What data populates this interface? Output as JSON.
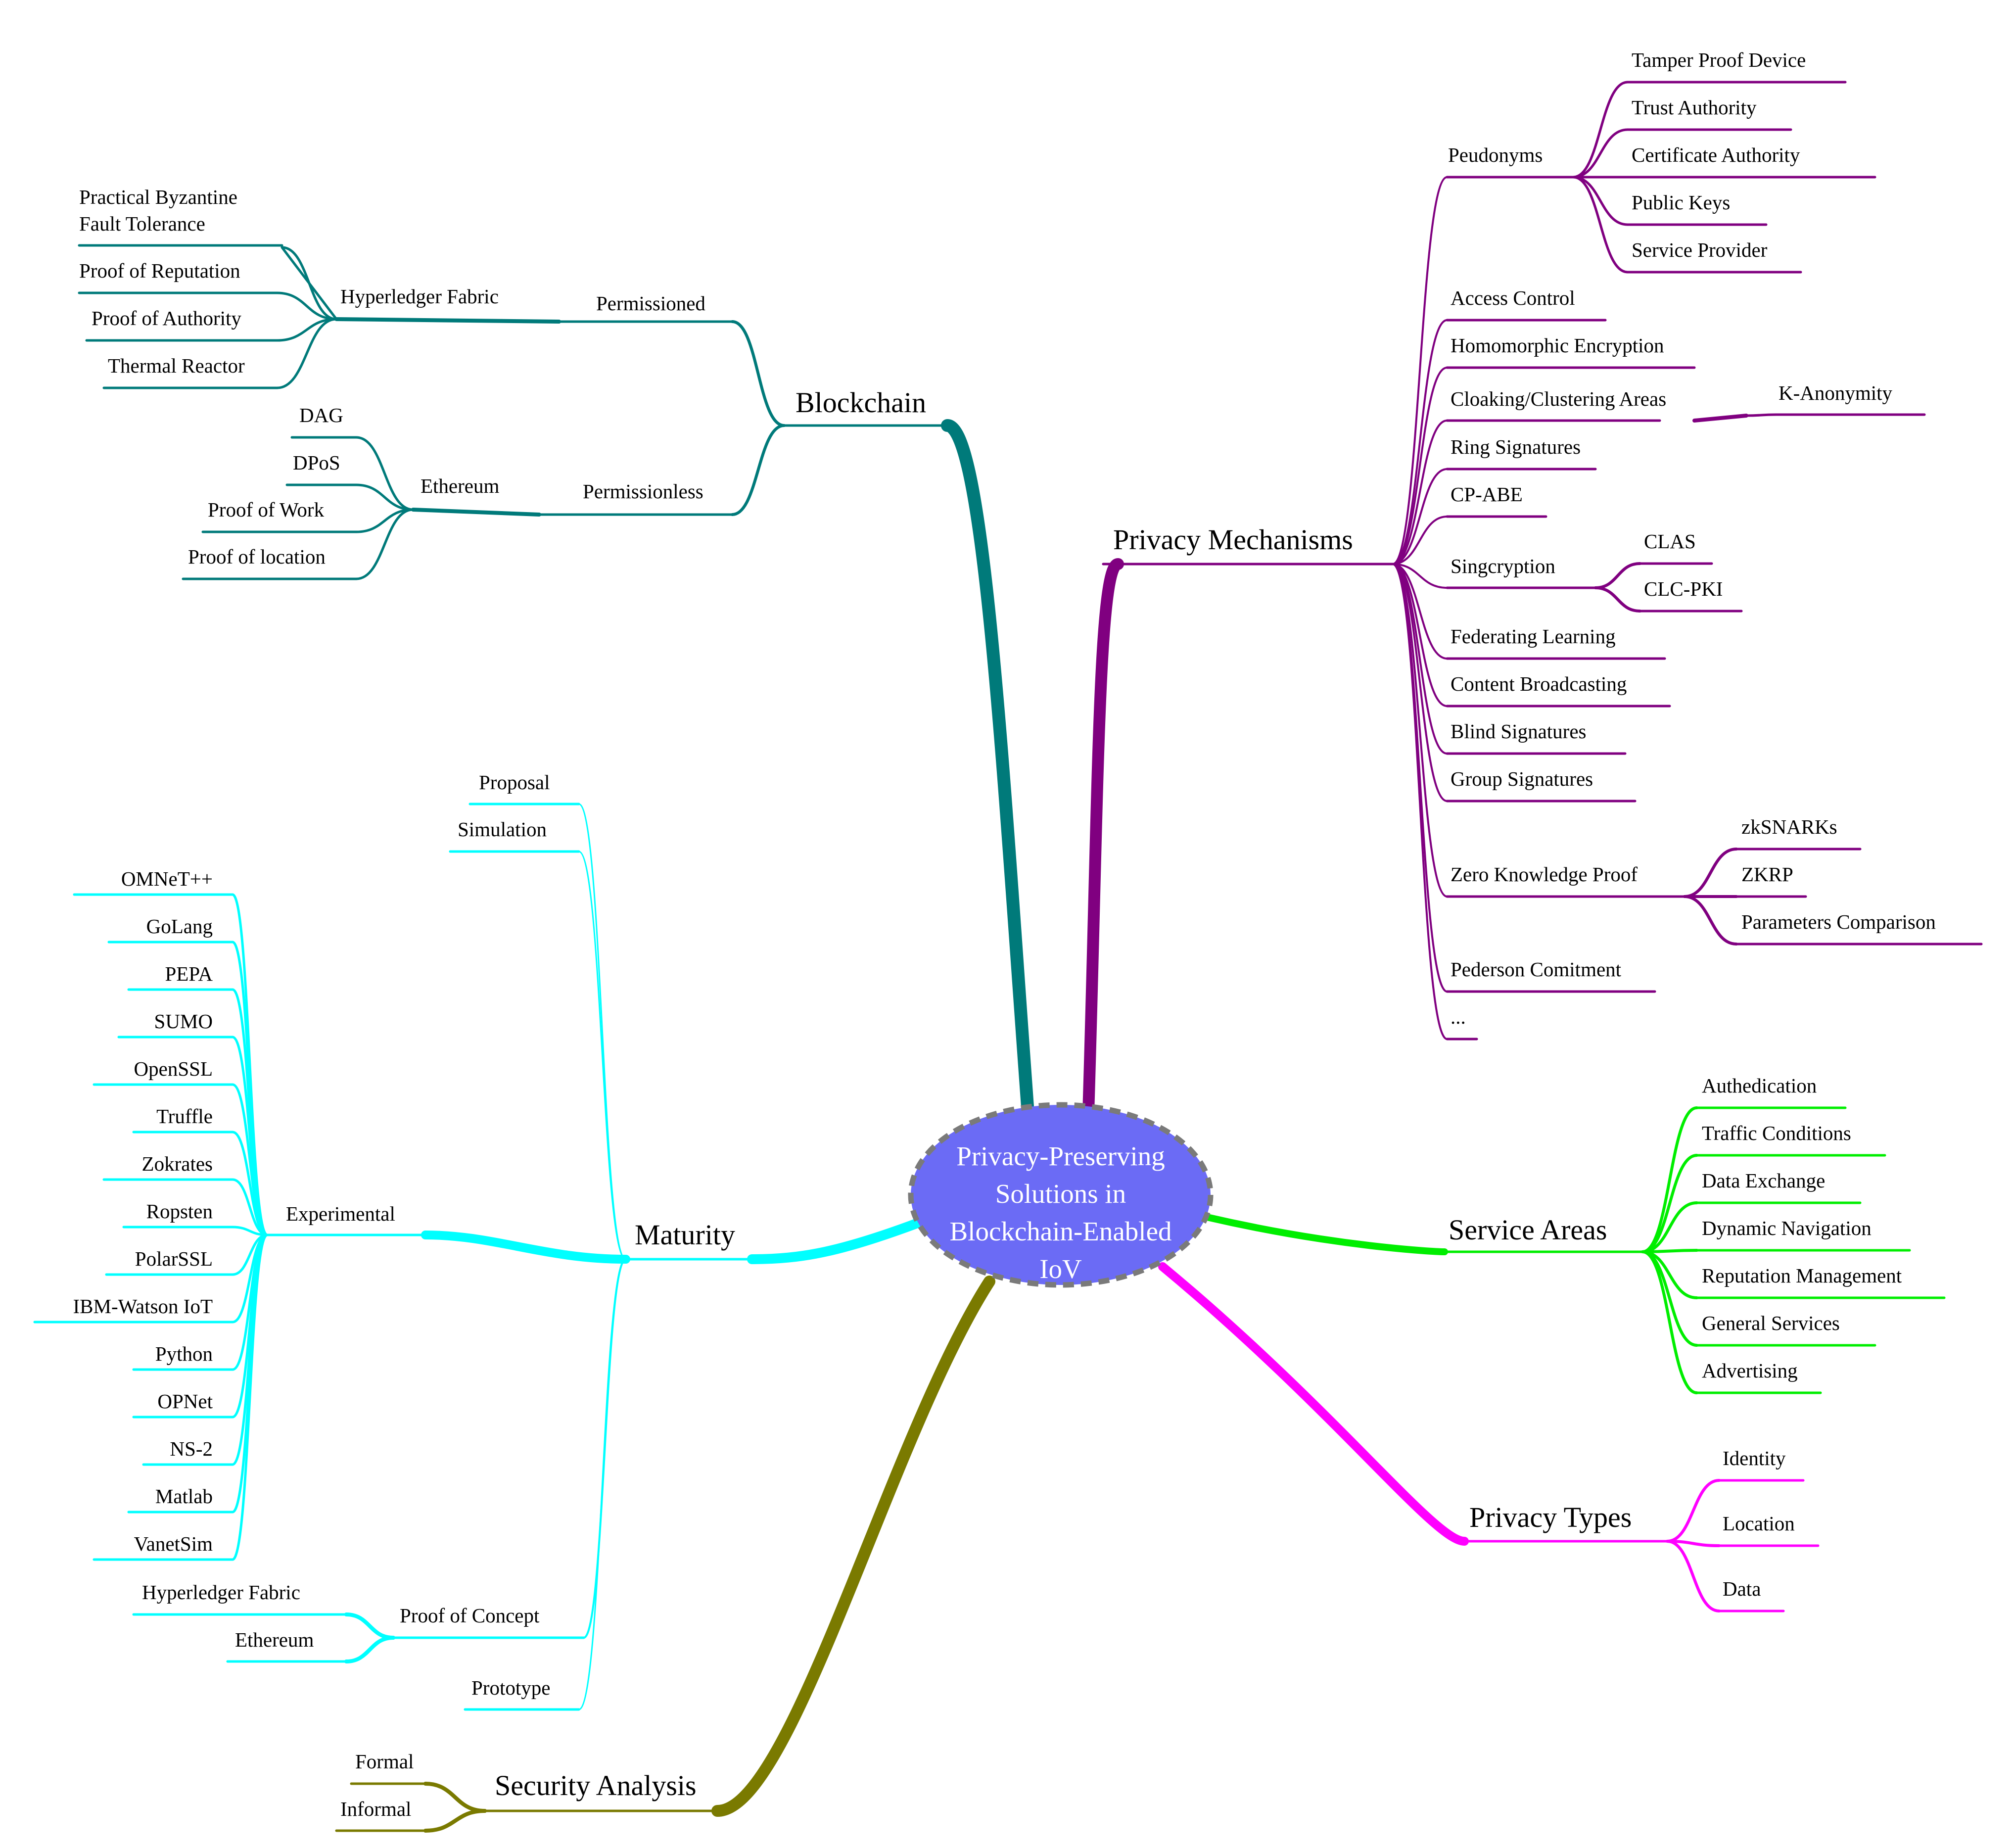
{
  "root": "Privacy-Preserving Solutions in Blockchain-Enabled IoV",
  "colors": {
    "root_fill": "#6b6bf5",
    "root_border": "#7a7a7a",
    "blockchain": "#007a7a",
    "privacy_mechanisms": "#800080",
    "service_areas": "#00ee00",
    "privacy_types": "#ff00ff",
    "security_analysis": "#7a7a00",
    "maturity": "#00ffff"
  },
  "branches": {
    "blockchain": {
      "label": "Blockchain",
      "permissioned": {
        "label": "Permissioned",
        "hyperledger": {
          "label": "Hyperledger Fabric",
          "items": [
            "Practical Byzantine",
            "Fault Tolerance",
            "Proof of Reputation",
            "Proof of Authority",
            "Thermal Reactor"
          ]
        }
      },
      "permissionless": {
        "label": "Permissionless",
        "ethereum": {
          "label": "Ethereum",
          "items": [
            "DAG",
            "DPoS",
            "Proof of Work",
            "Proof of location"
          ]
        }
      }
    },
    "privacy_mechanisms": {
      "label": "Privacy Mechanisms",
      "peudonyms": {
        "label": "Peudonyms",
        "items": [
          "Tamper Proof Device",
          "Trust Authority",
          "Certificate Authority",
          "Public Keys",
          "Service Provider"
        ]
      },
      "items": [
        "Access Control",
        "Homomorphic Encryption",
        "Cloaking/Clustering Areas",
        "K-Anonymity",
        "Ring Signatures",
        "CP-ABE",
        "Singcryption",
        "CLAS",
        "CLC-PKI",
        "Federating Learning",
        "Content Broadcasting",
        "Blind Signatures",
        "Group Signatures",
        "Zero Knowledge Proof",
        "zkSNARKs",
        "ZKRP",
        "Parameters Comparison",
        "Pederson Comitment",
        "..."
      ]
    },
    "service_areas": {
      "label": "Service Areas",
      "items": [
        "Authedication",
        "Traffic Conditions",
        "Data Exchange",
        "Dynamic Navigation",
        "Reputation Management",
        "General Services",
        "Advertising"
      ]
    },
    "privacy_types": {
      "label": "Privacy Types",
      "items": [
        "Identity",
        "Location",
        "Data"
      ]
    },
    "security_analysis": {
      "label": "Security Analysis",
      "items": [
        "Formal",
        "Informal"
      ]
    },
    "maturity": {
      "label": "Maturity",
      "top_items": [
        "Proposal",
        "Simulation"
      ],
      "experimental": {
        "label": "Experimental",
        "items": [
          "OMNeT++",
          "GoLang",
          "PEPA",
          "SUMO",
          "OpenSSL",
          "Truffle",
          "Zokrates",
          "Ropsten",
          "PolarSSL",
          "IBM-Watson IoT",
          "Python",
          "OPNet",
          "NS-2",
          "Matlab",
          "VanetSim"
        ]
      },
      "proof_of_concept": {
        "label": "Proof of Concept",
        "items": [
          "Hyperledger Fabric",
          "Ethereum"
        ]
      },
      "prototype": "Prototype"
    }
  }
}
